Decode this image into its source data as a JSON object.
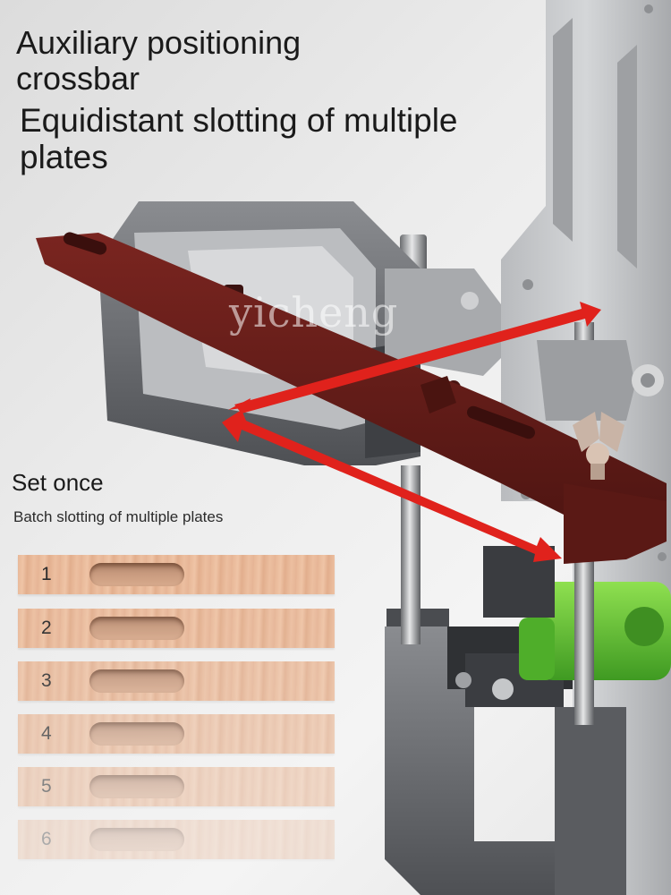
{
  "headline": {
    "line1": "Auxiliary positioning crossbar",
    "line2": "Equidistant slotting of multiple plates"
  },
  "caption": {
    "title": "Set once",
    "subtitle": "Batch slotting of multiple plates"
  },
  "watermark": "yicheng",
  "planks": [
    {
      "number": "1",
      "opacity": 1.0
    },
    {
      "number": "2",
      "opacity": 0.95
    },
    {
      "number": "3",
      "opacity": 0.85
    },
    {
      "number": "4",
      "opacity": 0.7
    },
    {
      "number": "5",
      "opacity": 0.55
    },
    {
      "number": "6",
      "opacity": 0.35
    }
  ],
  "colors": {
    "crossbar": "#5e1a16",
    "arrow": "#e0221c",
    "green_part": "#5fc232",
    "metal": "#6e7074"
  }
}
